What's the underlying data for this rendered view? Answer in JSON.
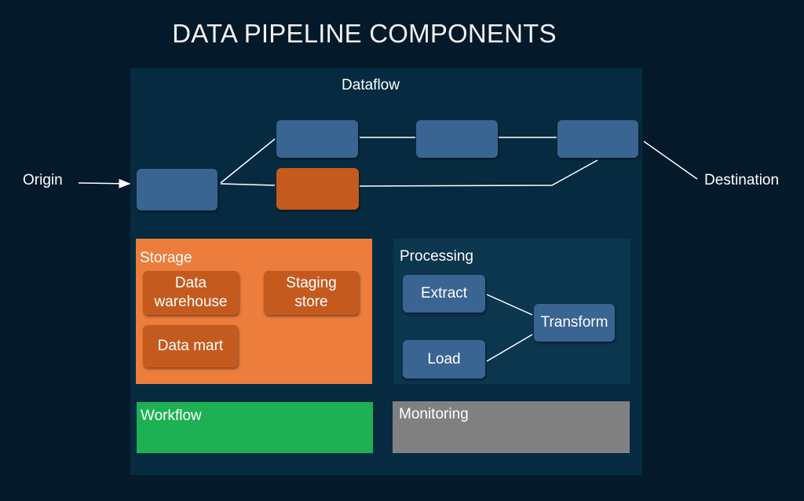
{
  "title": "DATA PIPELINE COMPONENTS",
  "dataflow": {
    "label": "Dataflow",
    "origin": "Origin",
    "destination": "Destination"
  },
  "storage": {
    "label": "Storage",
    "items": [
      "Data\nwarehouse",
      "Staging\nstore",
      "Data mart"
    ]
  },
  "processing": {
    "label": "Processing",
    "extract": "Extract",
    "transform": "Transform",
    "load": "Load"
  },
  "workflow": {
    "label": "Workflow"
  },
  "monitoring": {
    "label": "Monitoring"
  },
  "colors": {
    "background": "#04192a",
    "panel": "#062b40",
    "node_blue": "#3a6491",
    "node_rust": "#c55a1f",
    "storage": "#ed7d3c",
    "processing": "#0c354e",
    "workflow": "#1db153",
    "monitoring": "#808080"
  }
}
